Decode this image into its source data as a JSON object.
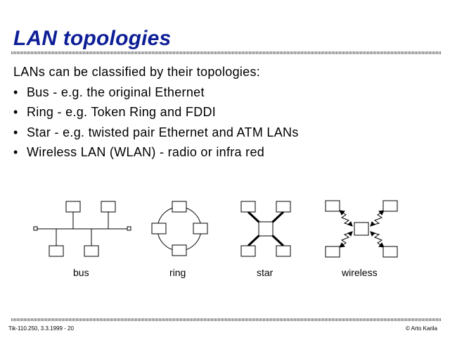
{
  "slide": {
    "title": "LAN topologies",
    "intro": "LANs can be classified by their topologies:",
    "bullet_char": "•",
    "bullets": [
      "Bus - e.g. the original Ethernet",
      "Ring - e.g. Token Ring and FDDI",
      "Star - e.g. twisted pair Ethernet and ATM LANs",
      "Wireless LAN (WLAN) - radio or infra red"
    ],
    "title_color": "#0d1d96"
  },
  "diagram": {
    "captions": {
      "bus": "bus",
      "ring": "ring",
      "star": "star",
      "wireless": "wireless"
    }
  },
  "footer": {
    "left": "Tik-110.250, 3.3.1999 - 20",
    "right": "© Arto Karila"
  }
}
